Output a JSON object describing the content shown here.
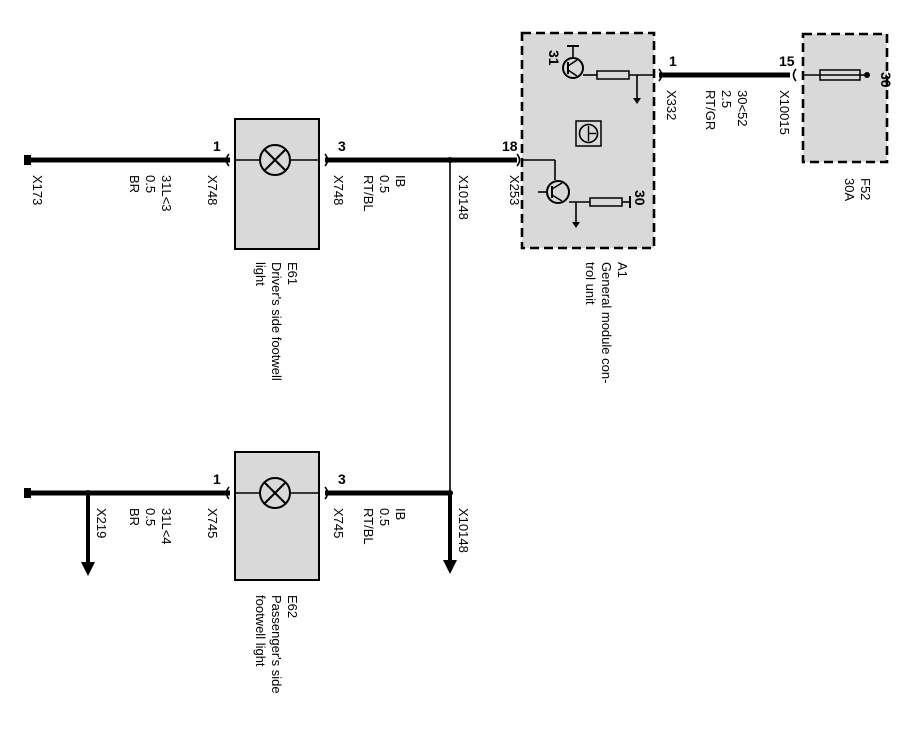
{
  "components": {
    "e61": {
      "id": "E61",
      "name_line1": "Driver's side footwell",
      "name_line2": "light"
    },
    "e62": {
      "id": "E62",
      "name_line1": "Passenger's side",
      "name_line2": "footwell light"
    },
    "a1": {
      "id": "A1",
      "name_line1": "General module con-",
      "name_line2": "trol unit"
    },
    "f52": {
      "id": "F52",
      "rating": "30A"
    }
  },
  "pins": {
    "e61_left": "1",
    "e61_right": "3",
    "e62_left": "1",
    "e62_right": "3",
    "a1_input": "18",
    "a1_output": "1",
    "f52_in": "15",
    "f52_out": "30",
    "a1_upper_ground": "31",
    "a1_lower_supply": "30"
  },
  "connectors": {
    "x173": "X173",
    "x748_left": "X748",
    "x748_right": "X748",
    "x10148_top": "X10148",
    "x10148_bottom": "X10148",
    "x253": "X253",
    "x332": "X332",
    "x10015": "X10015",
    "x745_left": "X745",
    "x745_right": "X745",
    "x219": "X219"
  },
  "wires": {
    "e61_ground": {
      "signal": "31L<3",
      "size": "0.5",
      "color": "BR"
    },
    "e61_feed": {
      "signal": "IB",
      "size": "0.5",
      "color": "RT/BL"
    },
    "e62_ground": {
      "signal": "31L<4",
      "size": "0.5",
      "color": "BR"
    },
    "e62_feed": {
      "signal": "IB",
      "size": "0.5",
      "color": "RT/BL"
    },
    "a1_supply": {
      "signal": "30<52",
      "size": "2.5",
      "color": "RT/GR"
    }
  }
}
